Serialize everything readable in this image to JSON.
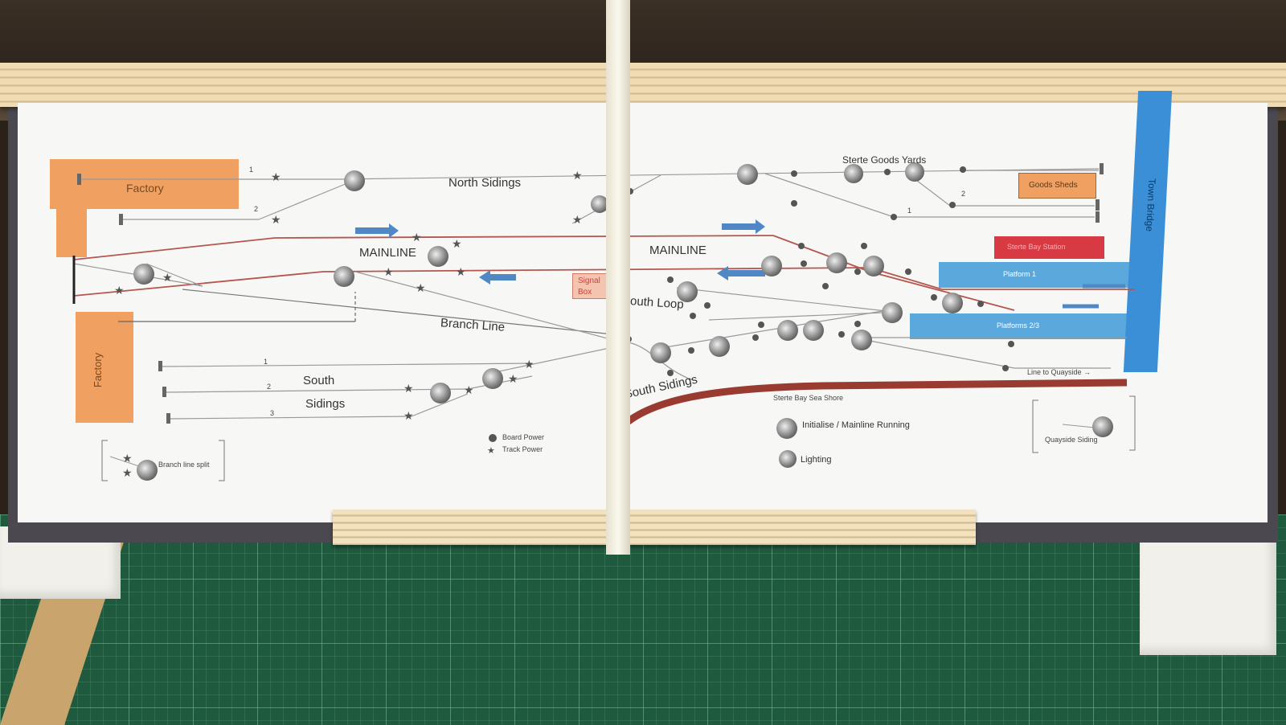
{
  "panel_labels": {
    "factory_top": "Factory",
    "factory_left": "Factory",
    "north_sidings": "North Sidings",
    "mainline_left": "MAINLINE",
    "mainline_right": "MAINLINE",
    "signal_box": "Signal Box",
    "south_loop": "South Loop",
    "branch_line": "Branch Line",
    "south": "South",
    "sidings": "Sidings",
    "south_sidings": "South Sidings",
    "sterte_goods_yards": "Sterte Goods Yards",
    "goods_sheds": "Goods Sheds",
    "sterte_bay_station": "Sterte Bay Station",
    "platform_1": "Platform 1",
    "platforms_2_3": "Platforms 2/3",
    "town_bridge": "Town Bridge",
    "line_to_quayside": "Line to Quayside →",
    "sterte_bay_sea_shore": "Sterte Bay Sea Shore",
    "initialise": "Initialise / Mainline Running",
    "lighting": "Lighting",
    "quayside_siding": "Quayside Siding",
    "branch_line_split": "Branch line split",
    "legend_board_power": "Board Power",
    "legend_track_power": "Track Power",
    "track_numbers": {
      "north_1": "1",
      "north_2": "2",
      "south_1": "1",
      "south_2": "2",
      "south_3": "3",
      "goods_1": "1",
      "goods_2": "2"
    }
  },
  "colors": {
    "factory": "#f0a060",
    "platform": "#5aa8dc",
    "station": "#d83a44",
    "bridge": "#3a8fd6",
    "mainline_track": "#b5564e",
    "sea_shore": "#9a3b32"
  }
}
